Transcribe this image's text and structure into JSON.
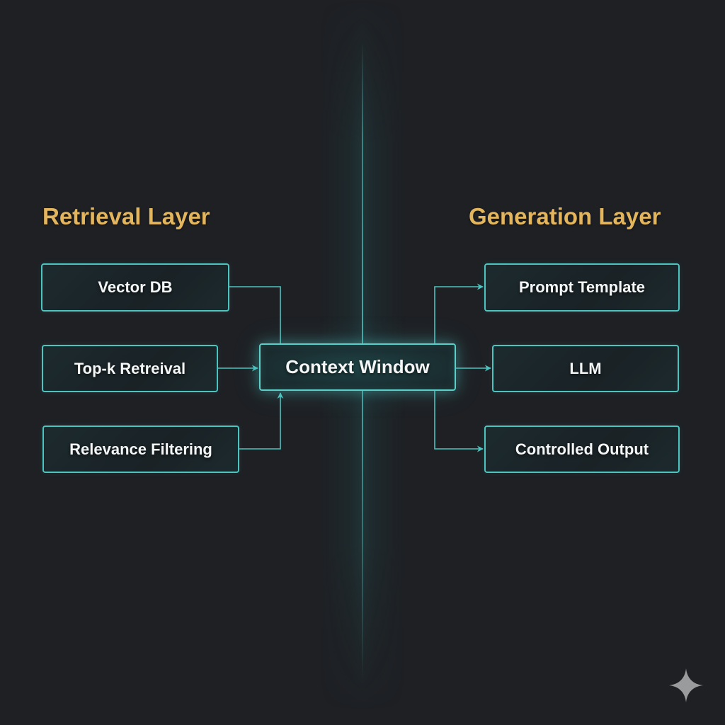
{
  "colors": {
    "background": "#1e2024",
    "accent": "#4cc4c0",
    "heading": "#e3b65e",
    "node_text": "#f4f6f6",
    "sparkle": "#9a9b9d"
  },
  "retrieval_layer": {
    "heading": "Retrieval Layer",
    "nodes": [
      {
        "label": "Vector DB"
      },
      {
        "label": "Top-k Retreival"
      },
      {
        "label": "Relevance Filtering"
      }
    ]
  },
  "center": {
    "label": "Context Window"
  },
  "generation_layer": {
    "heading": "Generation Layer",
    "nodes": [
      {
        "label": "Prompt Template"
      },
      {
        "label": "LLM"
      },
      {
        "label": "Controlled Output"
      }
    ]
  },
  "edges": [
    {
      "from": "Vector DB",
      "to": "Context Window",
      "arrowhead": false
    },
    {
      "from": "Top-k Retreival",
      "to": "Context Window",
      "arrowhead": true
    },
    {
      "from": "Relevance Filtering",
      "to": "Context Window",
      "arrowhead": true
    },
    {
      "from": "Context Window",
      "to": "Prompt Template",
      "arrowhead": true
    },
    {
      "from": "Context Window",
      "to": "LLM",
      "arrowhead": true
    },
    {
      "from": "Context Window",
      "to": "Controlled Output",
      "arrowhead": true
    }
  ],
  "watermark": {
    "icon": "sparkle-icon"
  }
}
